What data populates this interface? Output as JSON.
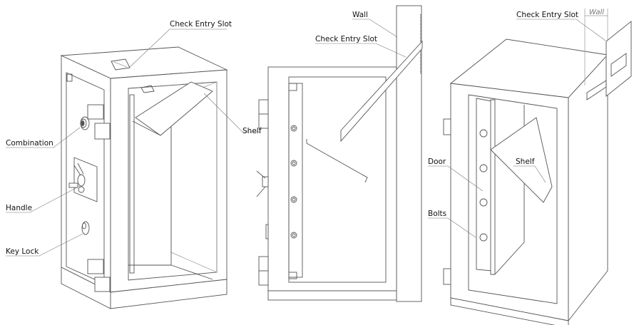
{
  "views": {
    "left": {
      "labels": {
        "check_entry_slot": "Check Entry Slot",
        "combination": "Combination",
        "handle": "Handle",
        "key_lock": "Key Lock",
        "shelf": "Shelf"
      }
    },
    "middle": {
      "labels": {
        "wall": "Wall",
        "check_entry_slot": "Check Entry Slot"
      }
    },
    "right": {
      "labels": {
        "check_entry_slot": "Check Entry Slot",
        "wall_dimension": "Wall",
        "door": "Door",
        "shelf": "Shelf",
        "bolts": "Bolts"
      }
    }
  }
}
